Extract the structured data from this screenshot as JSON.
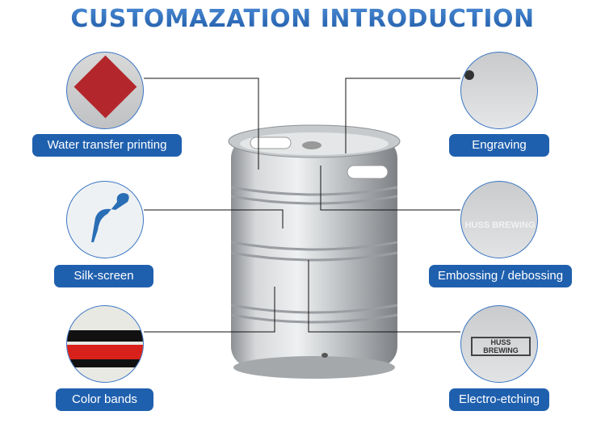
{
  "title": "CUSTOMAZATION INTRODUCTION",
  "methods_left": [
    "Water transfer printing",
    "Silk-screen",
    "Color bands"
  ],
  "methods_right": [
    "Engraving",
    "Embossing / debossing",
    "Electro-etching"
  ],
  "sample_brand": "HUSS BREWING",
  "colors": {
    "label_bg": "#1f60ae",
    "circle_border": "#3b76c4"
  }
}
